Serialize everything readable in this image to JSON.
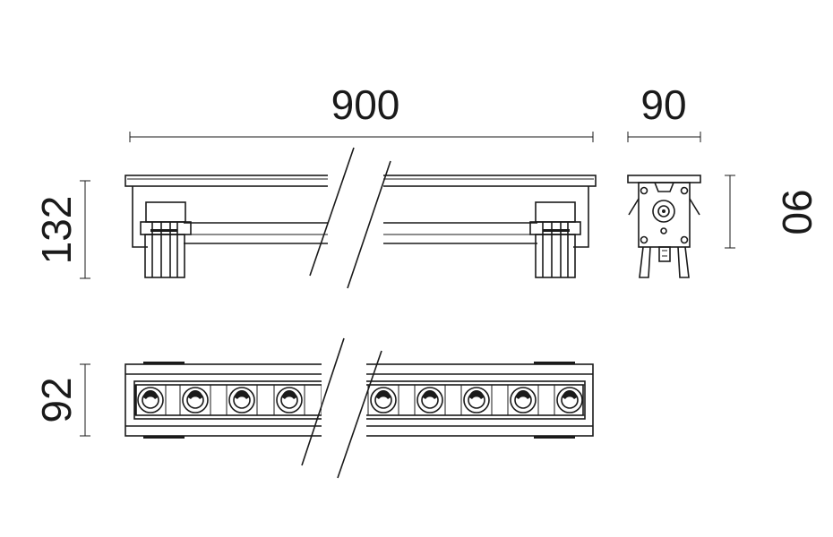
{
  "dimensions": {
    "length": "900",
    "depth": "90",
    "height": "132",
    "section_height": "90",
    "width": "92"
  }
}
